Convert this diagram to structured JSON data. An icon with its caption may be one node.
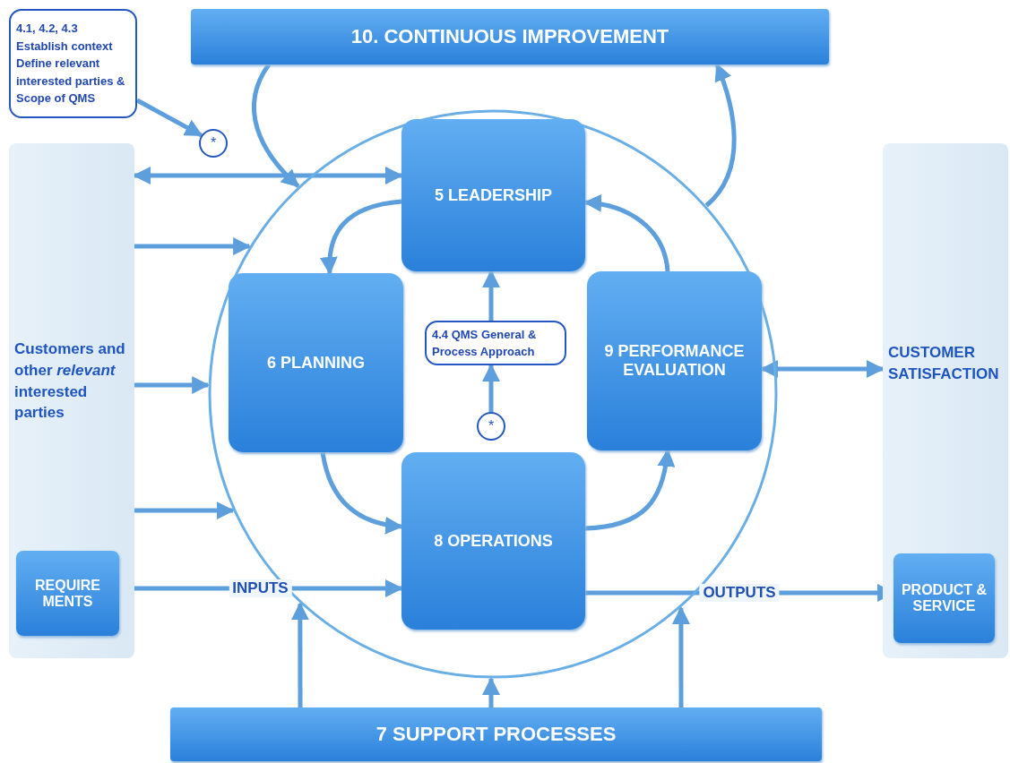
{
  "diagram": {
    "nodes": [
      {
        "text": [
          "10. CONTINUOUS IMPROVEMENT"
        ]
      },
      {
        "text": [
          "4.1, 4.2, 4.3 Establish context Define relevant interested parties & Scope of QMS"
        ]
      },
      {
        "text": [
          "*"
        ]
      },
      {
        "text": [
          "Customers and other *relevant* interested parties"
        ]
      },
      {
        "text": [
          "REQUIRE MENTS"
        ],
        "in": 3
      },
      {
        "text": [],
        "shape": "circle"
      },
      {
        "text": [
          "5 LEADERSHIP"
        ],
        "in": 5
      },
      {
        "text": [
          "6 PLANNING"
        ],
        "in": 5
      },
      {
        "text": [
          "4.4 QMS General & Process Approach"
        ],
        "in": 5
      },
      {
        "text": [
          "*"
        ],
        "in": 5
      },
      {
        "text": [
          "9 PERFORMANCE EVALUATION"
        ],
        "in": 5
      },
      {
        "text": [
          "8 OPERATIONS"
        ],
        "in": 5
      },
      {
        "text": [
          "CUSTOMER SATISFACTION"
        ]
      },
      {
        "text": [
          "PRODUCT & SERVICE"
        ],
        "in": 12
      },
      {
        "text": [
          "7 SUPPORT PROCESSES"
        ]
      }
    ],
    "edges": [
      {
        "from": 1,
        "to": 2,
        "arrow": "to"
      },
      {
        "from": 3,
        "to": 6,
        "arrow": "both"
      },
      {
        "from": 0,
        "to": 5,
        "arrow": "to"
      },
      {
        "from": 5,
        "to": 0,
        "arrow": "to"
      },
      {
        "from": 6,
        "to": 7,
        "arrow": "to"
      },
      {
        "from": 7,
        "to": 11,
        "arrow": "to"
      },
      {
        "from": 11,
        "to": 10,
        "arrow": "to"
      },
      {
        "from": 10,
        "to": 6,
        "arrow": "to"
      },
      {
        "from": 9,
        "to": 8,
        "arrow": "to"
      },
      {
        "from": 8,
        "to": 6,
        "arrow": "to"
      },
      {
        "from": 3,
        "to": 5,
        "arrow": "to"
      },
      {
        "from": 3,
        "to": 5,
        "arrow": "to"
      },
      {
        "from": 3,
        "to": 5,
        "arrow": "to"
      },
      {
        "from": 4,
        "to": 11,
        "arrow": "to",
        "label": "INPUTS"
      },
      {
        "from": 11,
        "to": 13,
        "arrow": "to",
        "label": "OUTPUTS"
      },
      {
        "from": 10,
        "to": 12,
        "arrow": "both"
      },
      {
        "from": 14,
        "to": 5,
        "arrow": "to"
      },
      {
        "from": 14,
        "to": 5,
        "arrow": "to"
      },
      {
        "from": 14,
        "to": 5,
        "arrow": "to"
      }
    ]
  }
}
